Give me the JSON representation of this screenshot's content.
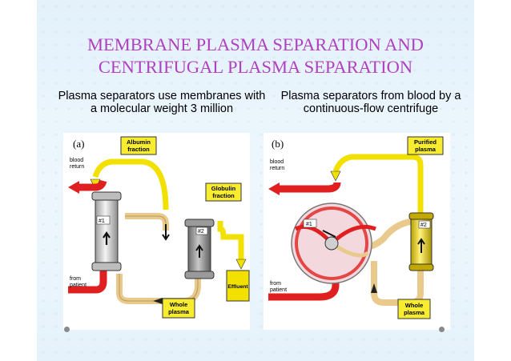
{
  "title": {
    "line1": "MEMBRANE PLASMA SEPARATION AND",
    "line2": "CENTRIFUGAL PLASMA SEPARATION"
  },
  "subtitle_left": "Plasma separators use membranes with a molecular weight 3 million",
  "subtitle_right": "Plasma separators from blood by a continuous-flow centrifuge",
  "figure_a": {
    "tag": "(a)",
    "blood_return": [
      "blood",
      "return"
    ],
    "from_patient": [
      "from",
      "patient"
    ],
    "albumin": [
      "Albumin",
      "fraction"
    ],
    "globulin": [
      "Globulin",
      "fraction"
    ],
    "unit1": "#1",
    "unit2": "#2",
    "effluent": "Effluent",
    "whole_plasma": [
      "Whole",
      "plasma"
    ]
  },
  "figure_b": {
    "tag": "(b)",
    "blood_return": [
      "blood",
      "return"
    ],
    "from_patient": [
      "from",
      "patient"
    ],
    "purified": [
      "Purified",
      "plasma"
    ],
    "unit1": "#1",
    "unit2": "#2",
    "whole_plasma": [
      "Whole",
      "plasma"
    ]
  },
  "colors": {
    "title": "#b040c0",
    "blood": "#e02020",
    "plasma_yellow": "#f2e100",
    "whole_plasma": "#e9c98c",
    "label_box": "#f7ec30"
  }
}
